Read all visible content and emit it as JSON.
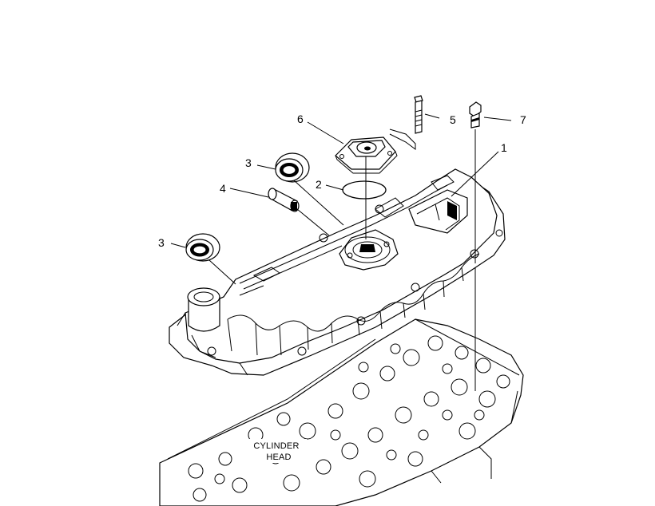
{
  "diagram": {
    "callouts": [
      {
        "id": "1",
        "label": "1"
      },
      {
        "id": "2",
        "label": "2"
      },
      {
        "id": "3a",
        "label": "3"
      },
      {
        "id": "3b",
        "label": "3"
      },
      {
        "id": "4",
        "label": "4"
      },
      {
        "id": "5",
        "label": "5"
      },
      {
        "id": "6",
        "label": "6"
      },
      {
        "id": "7",
        "label": "7"
      }
    ],
    "cylinder_head_label": {
      "line1": "CYLINDER",
      "line2": "HEAD"
    }
  }
}
